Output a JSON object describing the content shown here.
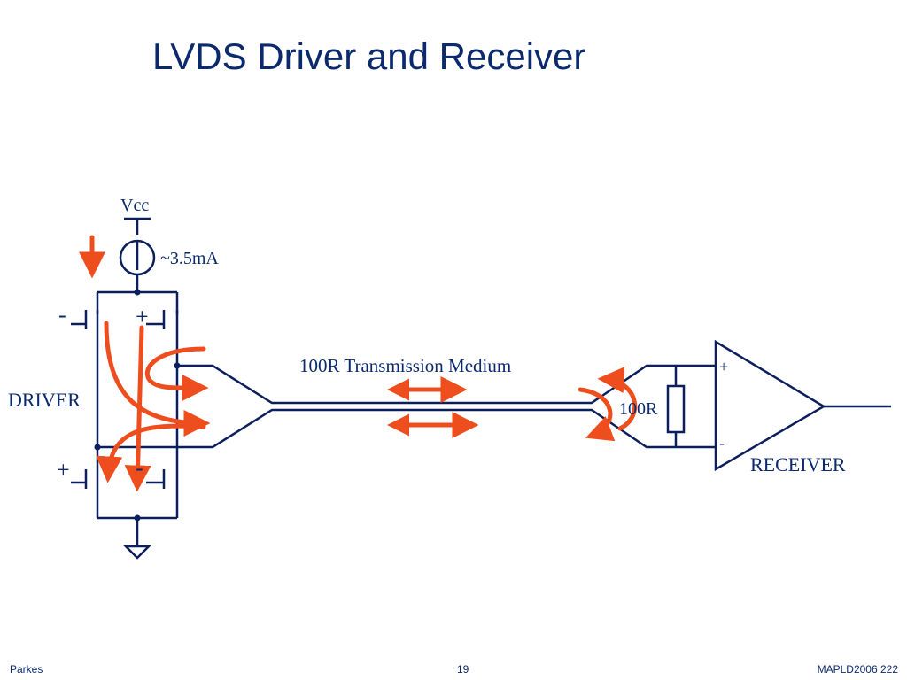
{
  "slide": {
    "title": "LVDS Driver and Receiver"
  },
  "diagram": {
    "vcc_label": "Vcc",
    "current_label": "~3.5mA",
    "driver_label": "DRIVER",
    "receiver_label": "RECEIVER",
    "medium_label": "100R Transmission Medium",
    "termination_label": "100R",
    "top_left_polarity": "-",
    "top_right_polarity": "+",
    "bottom_left_polarity": "+",
    "bottom_right_polarity": "-",
    "receiver_plus": "+",
    "receiver_minus": "-"
  },
  "colors": {
    "wire": "#0b1f5c",
    "current_arrow": "#ee4e1e",
    "text": "#0b2a6e"
  },
  "footer": {
    "author": "Parkes",
    "page": "19",
    "event": "MAPLD2006 222"
  }
}
